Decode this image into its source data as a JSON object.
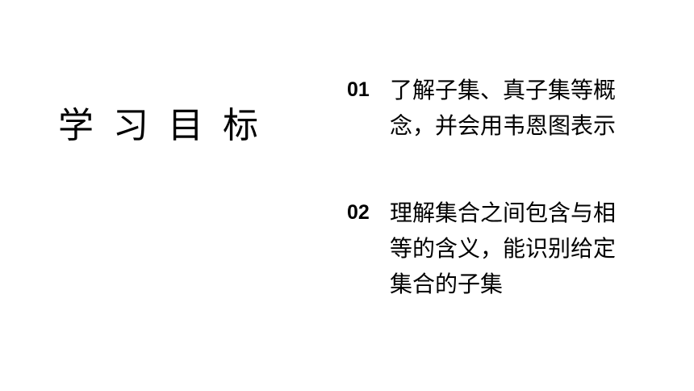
{
  "slide": {
    "heading": "学习目标",
    "objectives": [
      {
        "number": "01",
        "text": "了解子集、真子集等概念，并会用韦恩图表示"
      },
      {
        "number": "02",
        "text": "理解集合之间包含与相等的含义，能识别给定集合的子集"
      }
    ]
  }
}
